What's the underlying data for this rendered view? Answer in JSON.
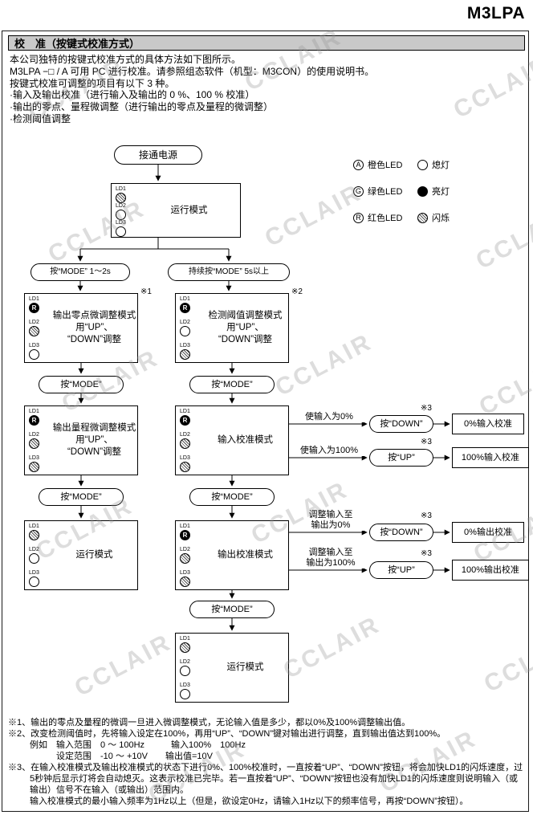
{
  "page": {
    "product": "M3LPA"
  },
  "header": {
    "title": "校　准（按键式校准方式）"
  },
  "intro": {
    "lines": [
      "本公司独特的按键式校准方式的具体方法如下图所示。",
      "M3LPA −□ / A 可用 PC 进行校准。请参照组态软件（机型：M3CON）的使用说明书。",
      "按键式校准可调整的项目有以下 3 种。",
      "·输入及输出校准（进行输入及输出的 0 %、100 % 校准）",
      "·输出的零点、量程微调整（进行输出的零点及量程的微调整）",
      "·检测阈值调整"
    ]
  },
  "watermark": "CCLAIR",
  "legend": {
    "rows": [
      {
        "letter": "A",
        "color": "橙色LED",
        "state": "off",
        "state_label": "熄灯"
      },
      {
        "letter": "G",
        "color": "绿色LED",
        "state": "on",
        "state_label": "亮灯"
      },
      {
        "letter": "R",
        "color": "红色LED",
        "state": "blink",
        "state_label": "闪烁"
      }
    ]
  },
  "flow": {
    "power": "接通电源",
    "pills": {
      "mode_1_2s": "按“MODE” 1～2s",
      "mode_5s": "持续按“MODE” 5s以上",
      "mode": "按“MODE”",
      "down": "按“DOWN”",
      "up": "按“UP”"
    },
    "boxes": {
      "run1": {
        "label": "运行模式",
        "leds": [
          "blink",
          "off",
          "off"
        ]
      },
      "zero": {
        "lines": [
          "输出零点微调整模式",
          "用“UP”、",
          "“DOWN”调整"
        ],
        "leds": [
          "R",
          "blink",
          "off"
        ],
        "note": "※1"
      },
      "span": {
        "lines": [
          "输出量程微调整模式",
          "用“UP”、",
          "“DOWN”调整"
        ],
        "leds": [
          "R",
          "blink",
          "blink"
        ]
      },
      "run2": {
        "label": "运行模式",
        "leds": [
          "blink",
          "off",
          "off"
        ]
      },
      "thresh": {
        "lines": [
          "检测阈值调整模式",
          "用“UP”、",
          "“DOWN”调整"
        ],
        "leds": [
          "R",
          "off",
          "blink"
        ],
        "note": "※2"
      },
      "input_cal": {
        "label": "输入校准模式",
        "leds": [
          "R",
          "blink",
          "blink"
        ]
      },
      "output_cal": {
        "label": "输出校准模式",
        "leds": [
          "R",
          "blink",
          "blink"
        ]
      },
      "run3": {
        "label": "运行模式",
        "leds": [
          "blink",
          "off",
          "off"
        ]
      }
    },
    "branches": {
      "input0": {
        "cond": "使输入为0%",
        "pill": "按“DOWN”",
        "note": "※3",
        "result": "0%输入校准"
      },
      "input100": {
        "cond": "使输入为100%",
        "pill": "按“UP”",
        "note": "※3",
        "result": "100%输入校准"
      },
      "output0": {
        "cond_lines": [
          "调整输入至",
          "输出为0%"
        ],
        "pill": "按“DOWN”",
        "note": "※3",
        "result": "0%输出校准"
      },
      "output100": {
        "cond_lines": [
          "调整输入至",
          "输出为100%"
        ],
        "pill": "按“UP”",
        "note": "※3",
        "result": "100%输出校准"
      }
    }
  },
  "footnotes": {
    "lines": [
      "※1、输出的零点及量程的微调一旦进入微调整模式，无论输入值是多少，都以0%及100%调整输出值。",
      "※2、改变检测阈值时，先将输入设定在100%，再用“UP”、“DOWN”键对输出进行调整，直到输出值达到100%。",
      "例如　输入范围　0 ～ 100Hz　　　输入100%　100Hz",
      "设定范围　-10 ～ +10V　　输出值=10V",
      "※3、在输入校准模式及输出校准模式的状态下进行0%、100%校准时，一直按着“UP”、“DOWN”按钮，将会加快LD1的闪烁速度，过5秒钟后显示灯将会自动熄灭。这表示校准已完毕。若一直按着“UP”、“DOWN”按钮也没有加快LD1的闪烁速度则说明输入（或输出）信号不在输入（或输出）范围内。",
      "输入校准模式的最小输入频率为1Hz以上（但是，欲设定0Hz，请输入1Hz以下的频率信号，再按“DOWN”按钮）。"
    ]
  }
}
